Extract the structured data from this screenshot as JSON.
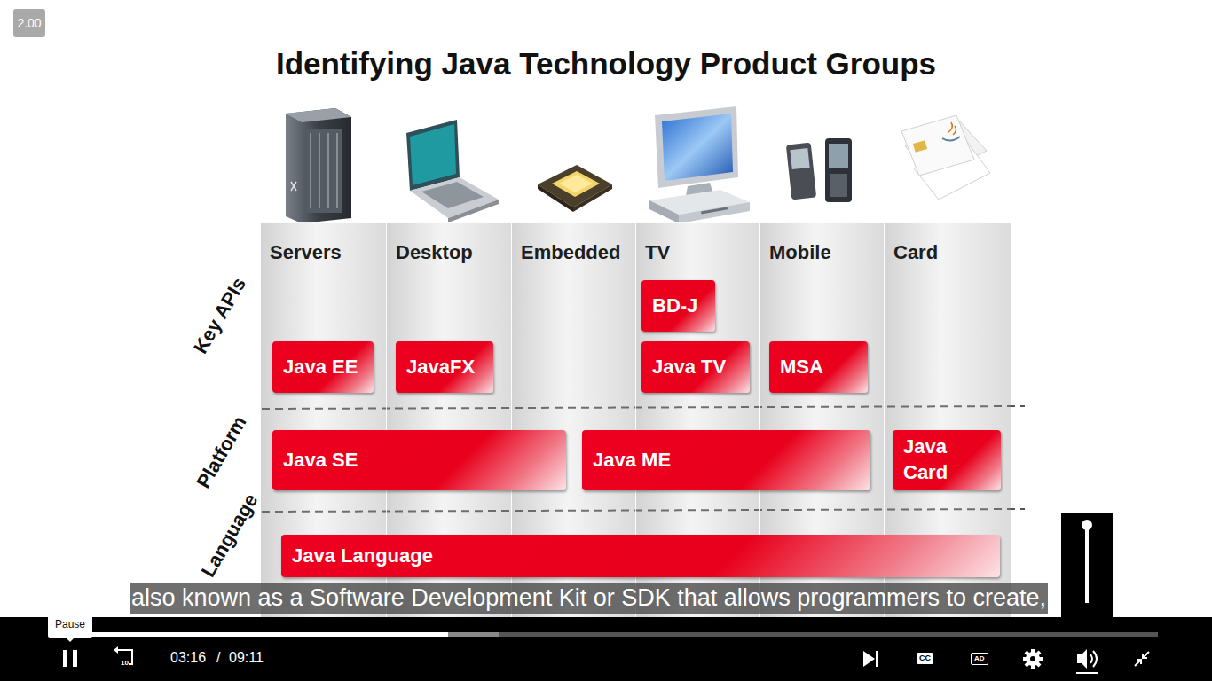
{
  "diagram": {
    "title": "Identifying Java Technology Product Groups",
    "nodes": [
      {
        "text": [
          "2.00"
        ]
      },
      {
        "text": [
          "Servers"
        ]
      },
      {
        "text": [
          "Desktop"
        ]
      },
      {
        "text": [
          "Embedded"
        ]
      },
      {
        "text": [
          "TV"
        ]
      },
      {
        "text": [
          "Mobile"
        ]
      },
      {
        "text": [
          "Card"
        ]
      },
      {
        "text": [
          "BD-J"
        ]
      },
      {
        "text": [
          "Java EE"
        ]
      },
      {
        "text": [
          "JavaFX"
        ]
      },
      {
        "text": [
          "Java TV"
        ]
      },
      {
        "text": [
          "MSA"
        ]
      },
      {
        "text": [
          "Java SE"
        ]
      },
      {
        "text": [
          "Java ME"
        ]
      },
      {
        "text": [
          "Java Card"
        ]
      },
      {
        "text": [
          "Java Language"
        ]
      },
      {
        "text": [
          "also known as a Software Development Kit or SDK that allows programmers to create,"
        ]
      },
      {
        "text": [
          "Pause"
        ]
      }
    ],
    "labels": [
      "Key APIs",
      "Platform",
      "Language",
      "10",
      "03:16",
      "/",
      "09:11",
      "CC",
      "AD"
    ]
  }
}
